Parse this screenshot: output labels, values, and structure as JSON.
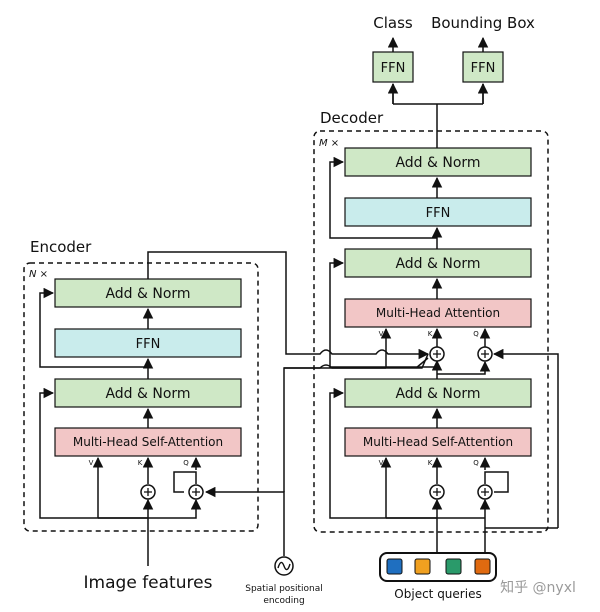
{
  "outputs": {
    "class_label": "Class",
    "bbox_label": "Bounding Box",
    "ffn_label": "FFN"
  },
  "encoder": {
    "title": "Encoder",
    "repeat": "N ×",
    "add_norm": "Add & Norm",
    "ffn": "FFN",
    "attention": "Multi-Head Self-Attention",
    "v": "V",
    "k": "K",
    "q": "Q"
  },
  "decoder": {
    "title": "Decoder",
    "repeat": "M ×",
    "add_norm": "Add & Norm",
    "ffn": "FFN",
    "cross_attention": "Multi-Head Attention",
    "self_attention": "Multi-Head Self-Attention",
    "v": "V",
    "k": "K",
    "q": "Q"
  },
  "inputs": {
    "image_features": "Image features",
    "spatial_line1": "Spatial positional",
    "spatial_line2": "encoding",
    "object_queries": "Object queries"
  },
  "watermark": "知乎 @nyxl",
  "colors": {
    "add_norm": "#cfe8c6",
    "ffn_green": "#cfe8c6",
    "ffn_blue": "#c9ecec",
    "attention": "#f2c6c6",
    "query_tokens": [
      "#1f6fc0",
      "#f0a020",
      "#2a9a6a",
      "#e06a10"
    ]
  }
}
